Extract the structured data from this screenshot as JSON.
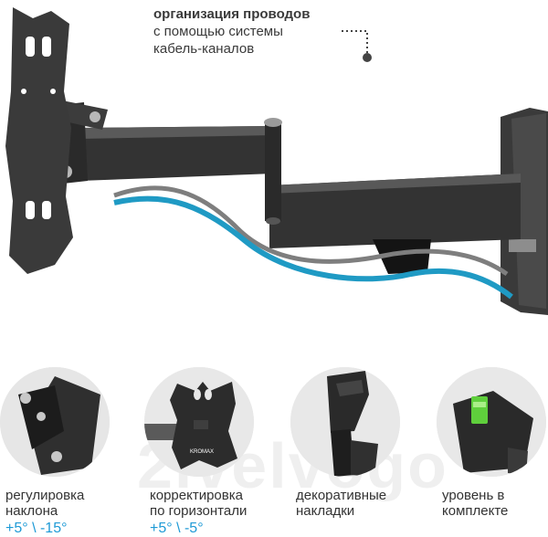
{
  "callout": {
    "title": "организация проводов",
    "line2": "с помощью системы",
    "line3": "кабель-каналов"
  },
  "features": [
    {
      "line1": "регулировка",
      "line2": "наклона",
      "angles": "+5° \\ -15°"
    },
    {
      "line1": "корректировка",
      "line2": "по горизонтали",
      "angles": "+5° \\ -5°"
    },
    {
      "line1": "декоративные",
      "line2": "накладки"
    },
    {
      "line1": "уровень в",
      "line2": "комплекте"
    }
  ],
  "mini_plate_label": "KROMAX",
  "watermark": "2lvelvogo",
  "icons": {
    "f1": "tilt-joint-icon",
    "f2": "vesa-plate-icon",
    "f3": "decorative-cover-icon",
    "f4": "bubble-level-icon"
  },
  "colors": {
    "accent": "#1e9ad6",
    "text": "#333333",
    "metal": "#2e2e2e",
    "cable_blue": "#1f9ac4"
  }
}
